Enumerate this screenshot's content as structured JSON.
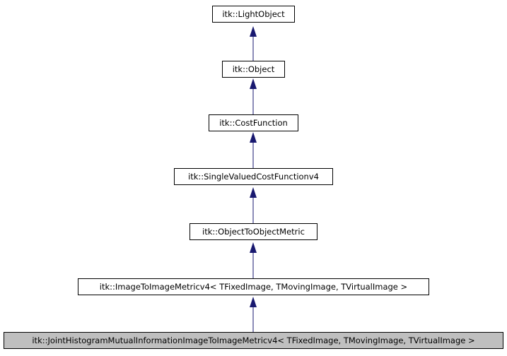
{
  "diagram": {
    "colors": {
      "edge": "#191970",
      "node_border": "#000000",
      "current_fill": "#bfbfbf"
    },
    "nodes": [
      {
        "id": "lightobject",
        "label": "itk::LightObject"
      },
      {
        "id": "object",
        "label": "itk::Object"
      },
      {
        "id": "costfunction",
        "label": "itk::CostFunction"
      },
      {
        "id": "singlevalued",
        "label": "itk::SingleValuedCostFunctionv4"
      },
      {
        "id": "objecttoobject",
        "label": "itk::ObjectToObjectMetric"
      },
      {
        "id": "imagetoimage",
        "label": "itk::ImageToImageMetricv4< TFixedImage, TMovingImage, TVirtualImage >"
      },
      {
        "id": "jointhistogram",
        "label": "itk::JointHistogramMutualInformationImageToImageMetricv4< TFixedImage, TMovingImage, TVirtualImage >"
      }
    ],
    "edges": [
      {
        "from": "object",
        "to": "lightobject"
      },
      {
        "from": "costfunction",
        "to": "object"
      },
      {
        "from": "singlevalued",
        "to": "costfunction"
      },
      {
        "from": "objecttoobject",
        "to": "singlevalued"
      },
      {
        "from": "imagetoimage",
        "to": "objecttoobject"
      },
      {
        "from": "jointhistogram",
        "to": "imagetoimage"
      }
    ]
  }
}
